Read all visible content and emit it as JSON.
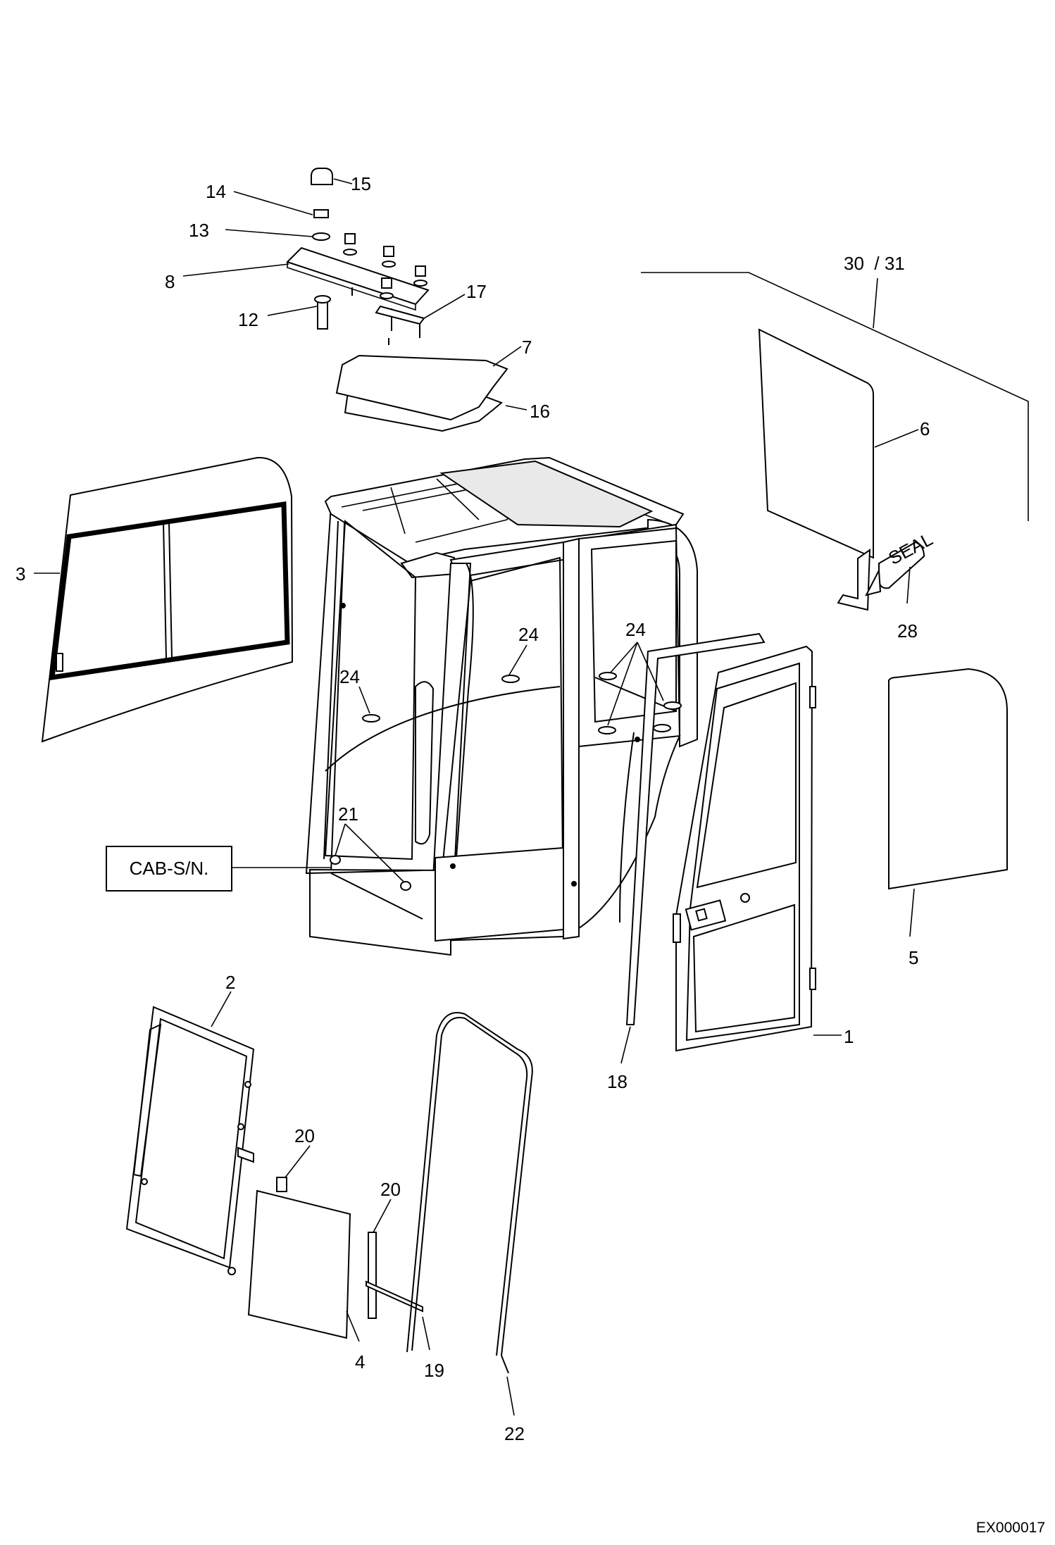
{
  "callouts": [
    {
      "id": "c15",
      "label": "15"
    },
    {
      "id": "c14",
      "label": "14"
    },
    {
      "id": "c13",
      "label": "13"
    },
    {
      "id": "c8",
      "label": "8"
    },
    {
      "id": "c17",
      "label": "17"
    },
    {
      "id": "c12",
      "label": "12"
    },
    {
      "id": "c7",
      "label": "7"
    },
    {
      "id": "c16",
      "label": "16"
    },
    {
      "id": "c3031",
      "label": "30  / 31"
    },
    {
      "id": "c6",
      "label": "6"
    },
    {
      "id": "c3",
      "label": "3"
    },
    {
      "id": "c24a",
      "label": "24"
    },
    {
      "id": "c24b",
      "label": "24"
    },
    {
      "id": "c24c",
      "label": "24"
    },
    {
      "id": "c28",
      "label": "28"
    },
    {
      "id": "c21",
      "label": "21"
    },
    {
      "id": "c5",
      "label": "5"
    },
    {
      "id": "c2",
      "label": "2"
    },
    {
      "id": "c1",
      "label": "1"
    },
    {
      "id": "c18",
      "label": "18"
    },
    {
      "id": "c20a",
      "label": "20"
    },
    {
      "id": "c20b",
      "label": "20"
    },
    {
      "id": "c4",
      "label": "4"
    },
    {
      "id": "c19",
      "label": "19"
    },
    {
      "id": "c22",
      "label": "22"
    }
  ],
  "serial_box_label": "CAB-S/N.",
  "seal_label": "SEAL",
  "doc_id": "EX000017"
}
